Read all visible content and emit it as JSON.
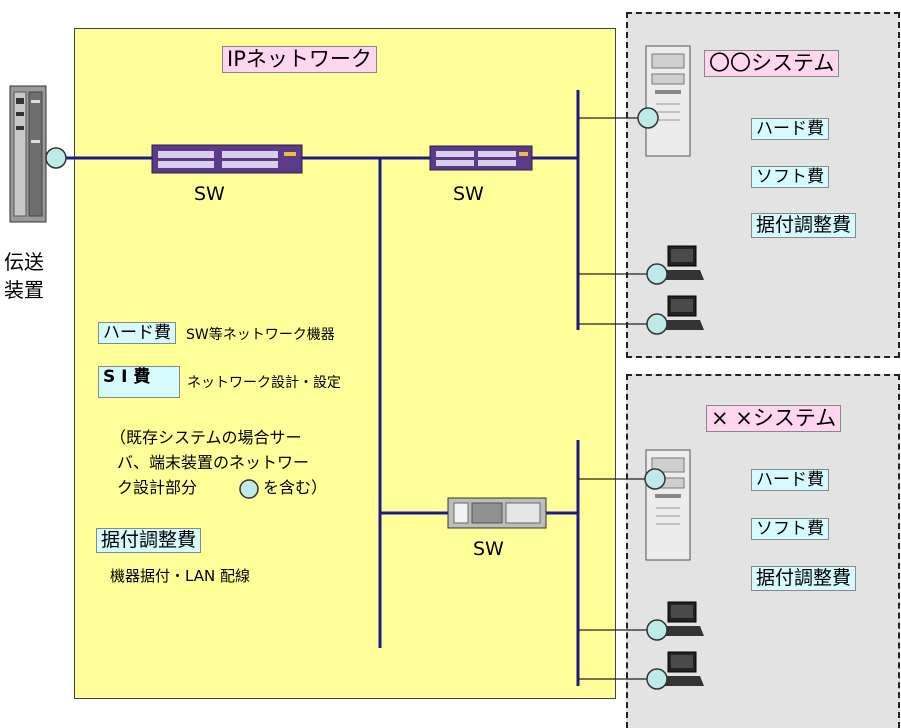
{
  "ip_network": {
    "title": "IPネットワーク"
  },
  "transmission": {
    "label_line1": "伝送",
    "label_line2": "装置"
  },
  "switches": {
    "sw1": "SW",
    "sw2": "SW",
    "sw3": "SW"
  },
  "ip_costs": {
    "hard_label": "ハード費",
    "hard_desc": "SW等ネットワーク機器",
    "si_label": "S I 費",
    "si_desc": "ネットワーク設計・設定",
    "note_line1": "（既存システムの場合サー",
    "note_line2": "バ、端末装置のネットワー",
    "note_line3a": "ク設計部分",
    "note_line3b": "を含む）",
    "install_label": "据付調整費",
    "install_desc": "機器据付・LAN 配線"
  },
  "system_oo": {
    "title": "〇〇システム",
    "hard": "ハード費",
    "soft": "ソフト費",
    "install": "据付調整費"
  },
  "system_xx": {
    "title": "× ×システム",
    "hard": "ハード費",
    "soft": "ソフト費",
    "install": "据付調整費"
  },
  "colors": {
    "ip_zone": "#ffff99",
    "system_zone": "#e3e3e3",
    "network_line": "#1a1a8c",
    "switch_body": "#5b3a8a",
    "connector": "#bfeaea",
    "title_box": "#ffd6f0",
    "cost_box": "#d6fbff"
  }
}
